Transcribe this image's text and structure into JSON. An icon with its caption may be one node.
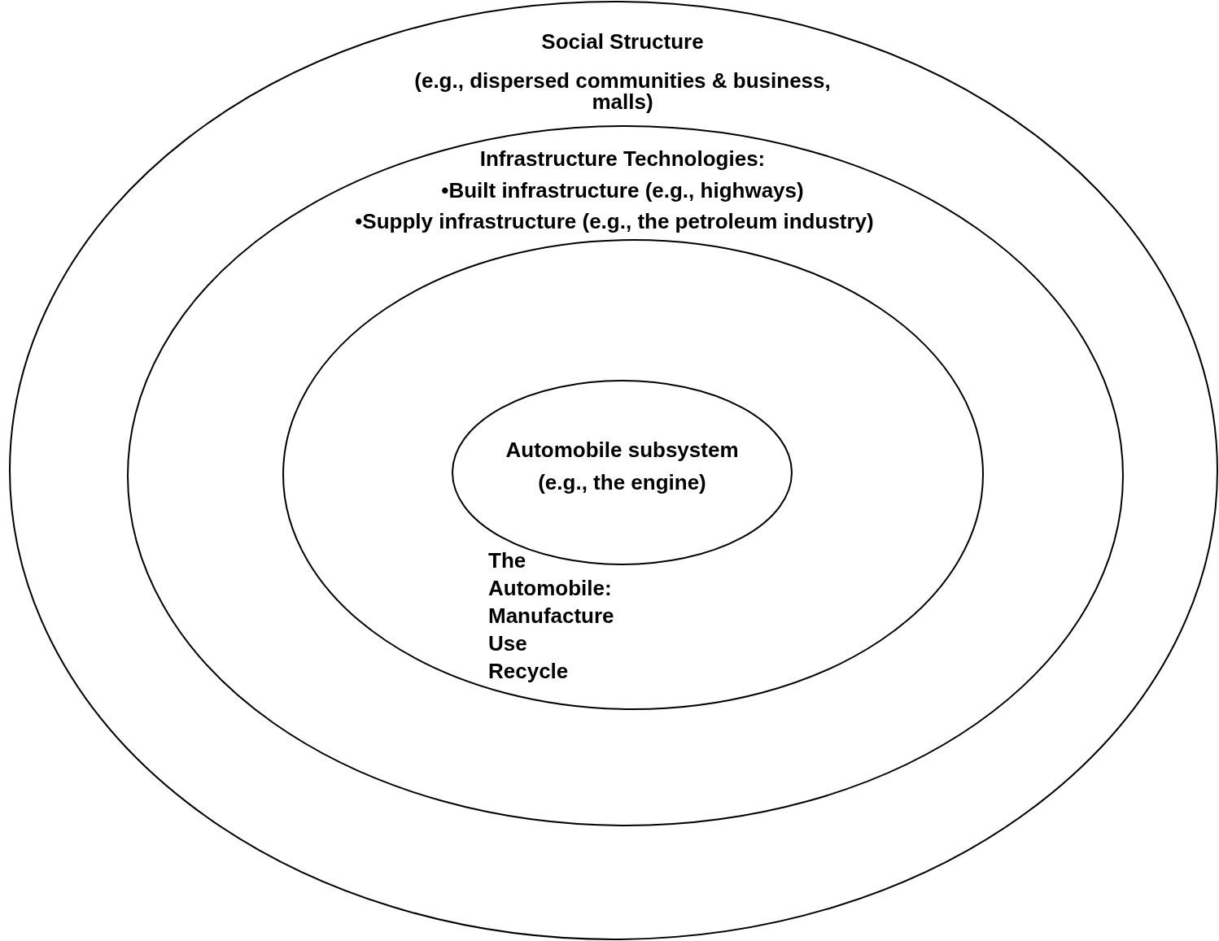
{
  "diagram": {
    "nodes": [
      {
        "text": [
          "Social Structure",
          "(e.g., dispersed communities & business, malls)"
        ]
      },
      {
        "text": [
          "Infrastructure Technologies:",
          "•Built infrastructure (e.g., highways)",
          "•Supply infrastructure (e.g., the petroleum industry)"
        ],
        "in": 0
      },
      {
        "text": [
          "The Automobile:",
          "Manufacture",
          "Use",
          "Recycle"
        ],
        "in": 1
      },
      {
        "text": [
          "Automobile subsystem",
          "(e.g., the engine)"
        ],
        "in": 2
      }
    ]
  }
}
